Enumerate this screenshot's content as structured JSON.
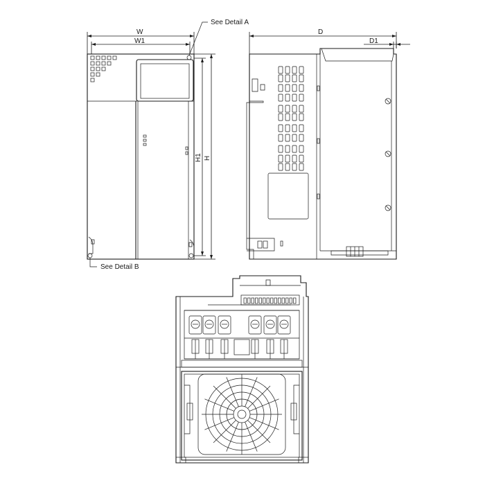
{
  "labels": {
    "width": "W",
    "width_inner": "W1",
    "depth": "D",
    "depth_offset": "D1",
    "height": "H",
    "height_inner": "H1",
    "detail_a": "See Detail A",
    "detail_b": "See Detail B"
  },
  "colors": {
    "line": "#1a1a1a",
    "background": "#ffffff"
  }
}
